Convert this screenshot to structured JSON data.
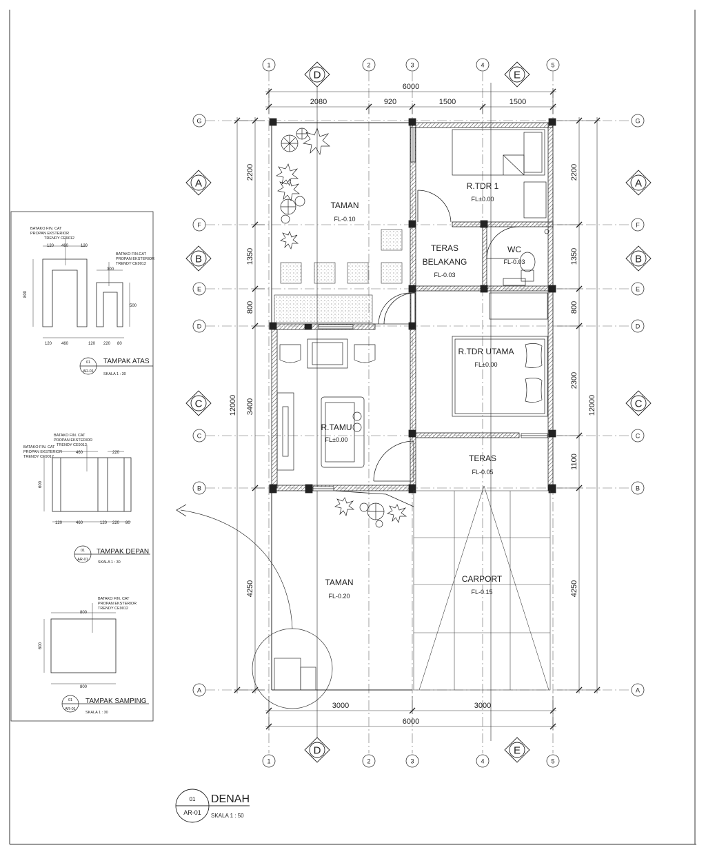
{
  "grid": {
    "vertical": [
      "1",
      "2",
      "3",
      "4",
      "5"
    ],
    "horizontal": [
      "G",
      "F",
      "E",
      "D",
      "C",
      "B",
      "A"
    ]
  },
  "sections": {
    "a": "A",
    "b": "B",
    "c": "C",
    "d": "D",
    "e": "E"
  },
  "dims": {
    "overall_width": "6000",
    "top": [
      "2080",
      "920",
      "1500",
      "1500"
    ],
    "bottom": [
      "3000",
      "3000"
    ],
    "overall_length": "12000",
    "left": [
      "2200",
      "1350",
      "800",
      "3400",
      "4250"
    ],
    "right": [
      "2200",
      "1350",
      "800",
      "2300",
      "1100",
      "4250"
    ]
  },
  "rooms": {
    "taman_top": {
      "name": "TAMAN",
      "fl": "FL-0.10"
    },
    "tdr1": {
      "name": "R.TDR  1",
      "fl": "FL±0.00"
    },
    "teras_belakang": {
      "name1": "TERAS",
      "name2": "BELAKANG",
      "fl": "FL-0.03"
    },
    "wc": {
      "name": "WC",
      "fl": "FL-0.03"
    },
    "tdr_utama": {
      "name": "R.TDR  UTAMA",
      "fl": "FL±0.00"
    },
    "tamu": {
      "name": "R.TAMU",
      "fl": "FL±0.00"
    },
    "teras": {
      "name": "TERAS",
      "fl": "FL-0.05"
    },
    "taman_bottom": {
      "name": "TAMAN",
      "fl": "FL-0.20"
    },
    "carport": {
      "name": "CARPORT",
      "fl": "FL-0.15"
    }
  },
  "details": {
    "atas": {
      "note1": [
        "BATAKO FIN. CAT",
        "PROPAN EKSTERIOR",
        "TRENDY CE9012"
      ],
      "note2": [
        "BATAKO FIN.CAT",
        "PROPAN EKSTERIOR",
        "TRENDY CE9012"
      ],
      "dims_top": [
        "120",
        "460",
        "120"
      ],
      "dim_300": "300",
      "dim_800": "800",
      "dim_500": "500",
      "dims_bottom": [
        "120",
        "460",
        "120",
        "220",
        "80"
      ],
      "tag_num": "01",
      "tag_sheet": "AR-01",
      "title": "TAMPAK ATAS",
      "scale": "SKALA 1 : 30"
    },
    "depan": {
      "note1": [
        "BATAKO FIN. CAT",
        "PROPAN EKSTERIOR",
        "TRENDY CE9012"
      ],
      "note2": [
        "BATAKO FIN. CAT",
        "PROPAN EKSTERIOR",
        "TRENDY CE9012"
      ],
      "dim_460": "460",
      "dim_220": "220",
      "dim_600": "600",
      "dims_bottom": [
        "120",
        "460",
        "120",
        "220",
        "80"
      ],
      "tag_num": "01",
      "tag_sheet": "AR-01",
      "title": "TAMPAK DEPAN",
      "scale": "SKALA 1 : 30"
    },
    "samping": {
      "note": [
        "BATAKO FIN. CAT",
        "PROPAN EKSTERIOR",
        "TRENDY CE9012"
      ],
      "dim_800_top": "800",
      "dim_600": "600",
      "dim_800_bottom": "800",
      "tag_num": "01",
      "tag_sheet": "AR-01",
      "title": "TAMPAK SAMPING",
      "scale": "SKALA 1 : 30"
    }
  },
  "main_title": {
    "tag_num": "01",
    "tag_sheet": "AR-01",
    "title": "DENAH",
    "scale": "SKALA  1 : 50"
  }
}
